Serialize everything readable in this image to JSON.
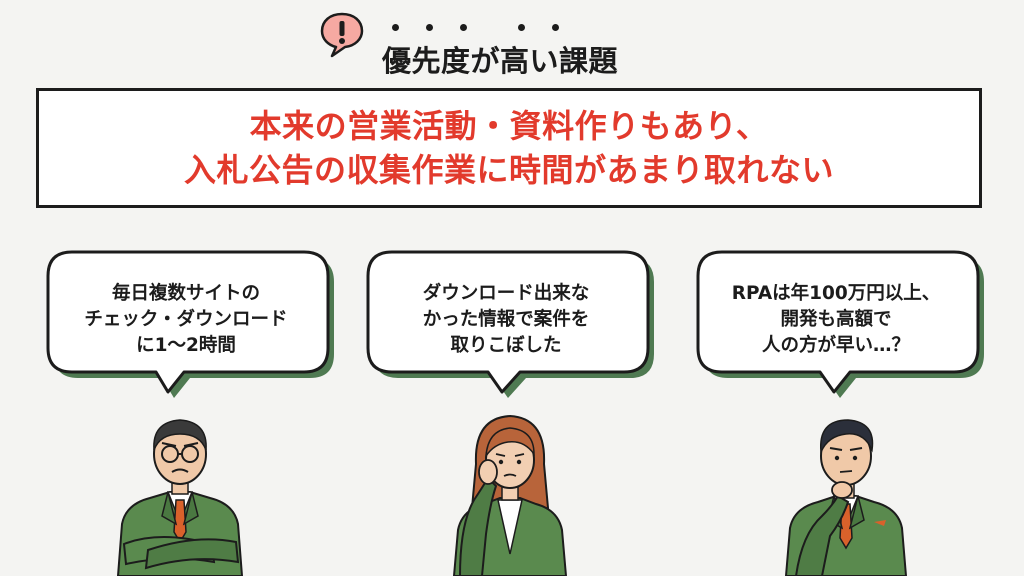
{
  "header": {
    "icon": "exclamation-speech-icon",
    "title": "優先度が高い課題"
  },
  "headline": {
    "lines": [
      "本来の営業活動・資料作りもあり、",
      "入札公告の収集作業に時間があまり取れない"
    ],
    "color": "#e23a2c"
  },
  "bubbles": [
    {
      "lines": [
        "毎日複数サイトの",
        "チェック・ダウンロード",
        "に1〜2時間"
      ]
    },
    {
      "lines": [
        "ダウンロード出来な",
        "かった情報で案件を",
        "取りこぼした"
      ]
    },
    {
      "lines": [
        "RPAは年100万円以上、",
        "開発も高額で",
        "人の方が早い…？"
      ]
    }
  ],
  "people": [
    {
      "icon": "worried-older-businessman-illustration"
    },
    {
      "icon": "troubled-businesswoman-illustration"
    },
    {
      "icon": "pondering-businessman-illustration"
    }
  ],
  "colors": {
    "accent_red": "#e23a2c",
    "bubble_shadow": "#4f7a52",
    "suit_green": "#5a8a4e",
    "alert_bg": "#f6a9a2"
  }
}
